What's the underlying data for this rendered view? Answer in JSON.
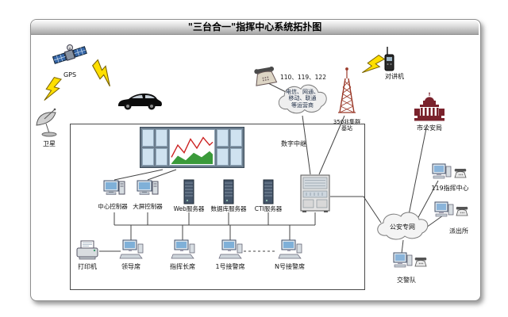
{
  "title": "\"三台合一\"指挥中心系统拓扑图",
  "wireless": {
    "gps": "GPS",
    "satellite": "卫星",
    "walkie_talkie": "对讲机"
  },
  "pstn": {
    "phone_numbers": "110、119、122",
    "telecom_cloud": "电信、网通、\n移动、联通\n等运营商",
    "trunk_label": "数字中继",
    "base_station": "350兆集群\n基站"
  },
  "center": {
    "center_controller": "中心控制器",
    "screen_controller": "大屏控制器",
    "web_server": "Web服务器",
    "db_server": "数据库服务器",
    "cti_server": "CTI服务器",
    "printer": "打印机",
    "leader_seat": "领导席",
    "commander_seat": "指挥长席",
    "seat1": "1号接警席",
    "seatN": "N号接警席"
  },
  "network": {
    "security_cloud": "公安专网",
    "city_bureau": "市公安局",
    "fire_center": "119指挥中心",
    "police_station": "派出所",
    "traffic_police": "交警队"
  }
}
